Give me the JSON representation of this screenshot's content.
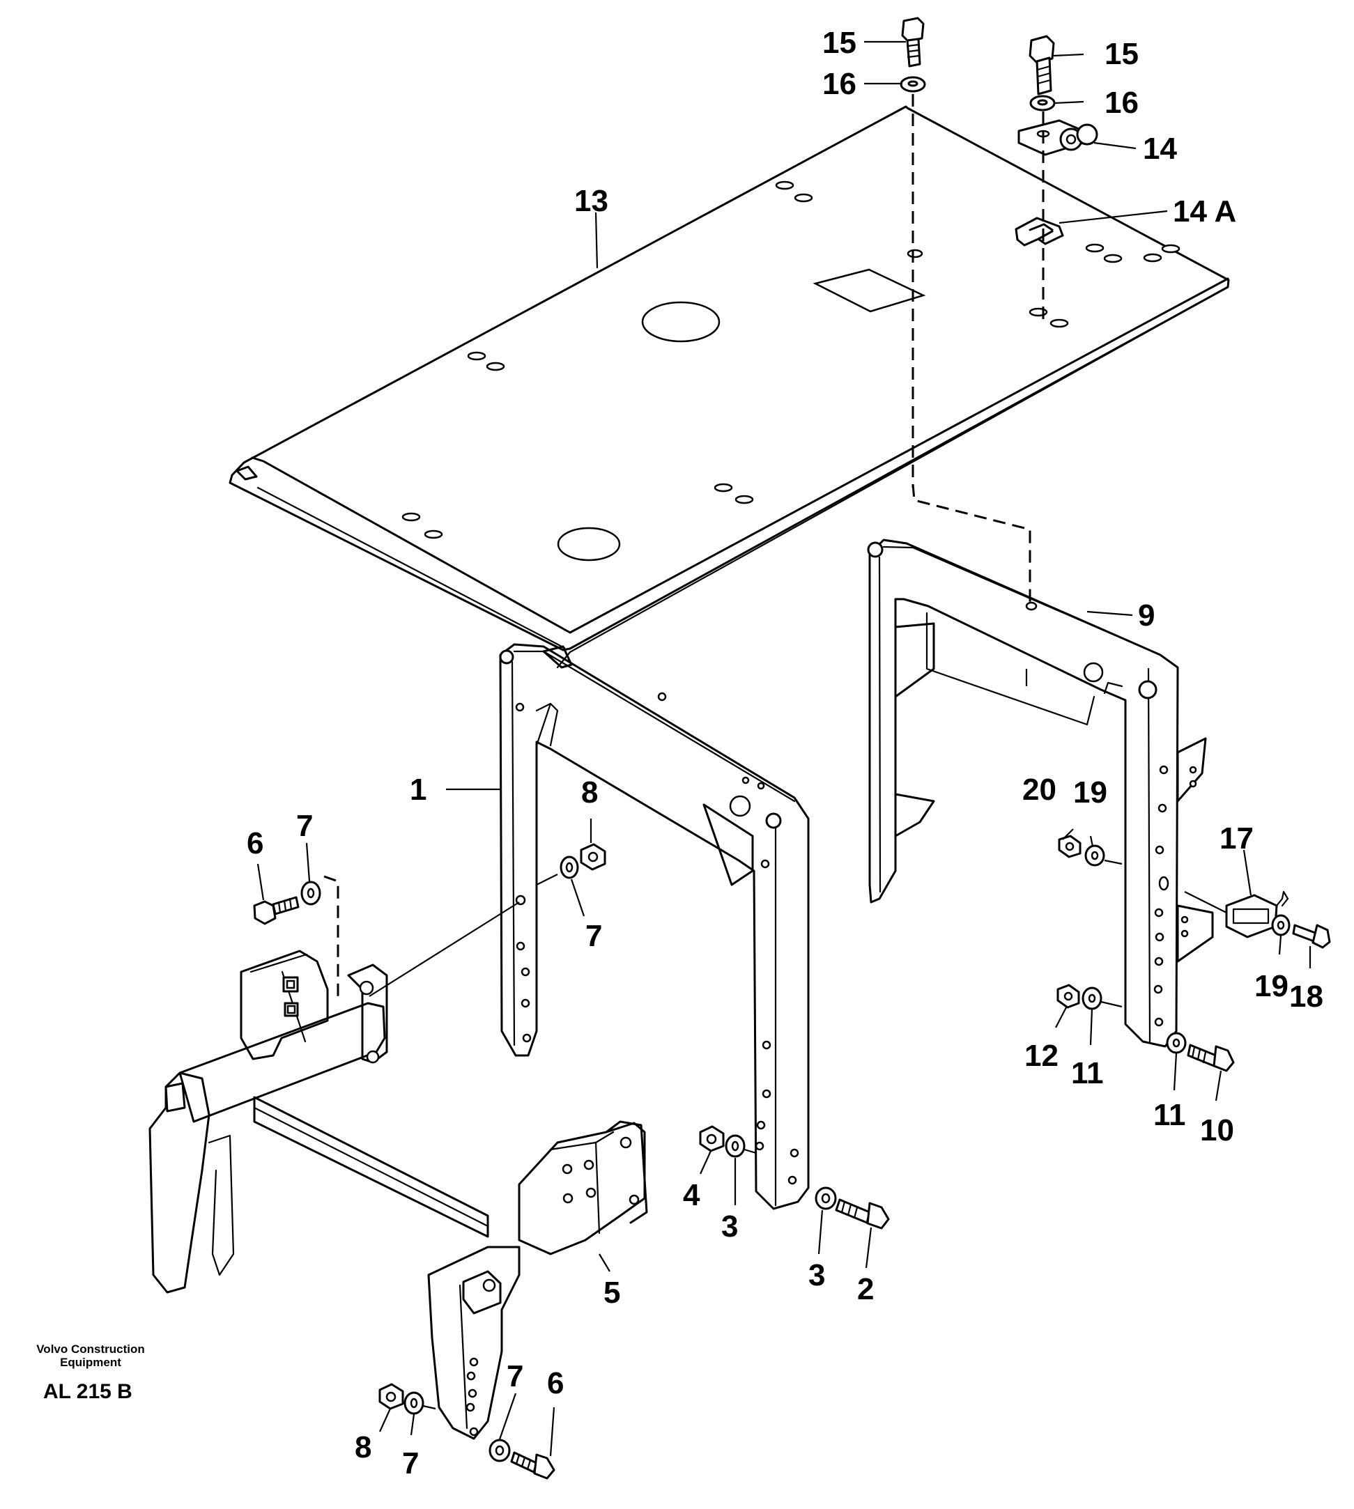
{
  "drawing": {
    "caption_company_line1": "Volvo Construction",
    "caption_company_line2": "Equipment",
    "drawing_code": "AL 215 B"
  },
  "callouts": {
    "c1": "1",
    "c2": "2",
    "c3a": "3",
    "c3b": "3",
    "c4": "4",
    "c5": "5",
    "c6a": "6",
    "c6b": "6",
    "c7a": "7",
    "c7b": "7",
    "c7c": "7",
    "c7d": "7",
    "c8a": "8",
    "c8b": "8",
    "c9": "9",
    "c10": "10",
    "c11a": "11",
    "c11b": "11",
    "c12": "12",
    "c13": "13",
    "c14": "14",
    "c14a": "14 A",
    "c15a": "15",
    "c15b": "15",
    "c16a": "16",
    "c16b": "16",
    "c17": "17",
    "c18": "18",
    "c19a": "19",
    "c19b": "19",
    "c20": "20"
  }
}
